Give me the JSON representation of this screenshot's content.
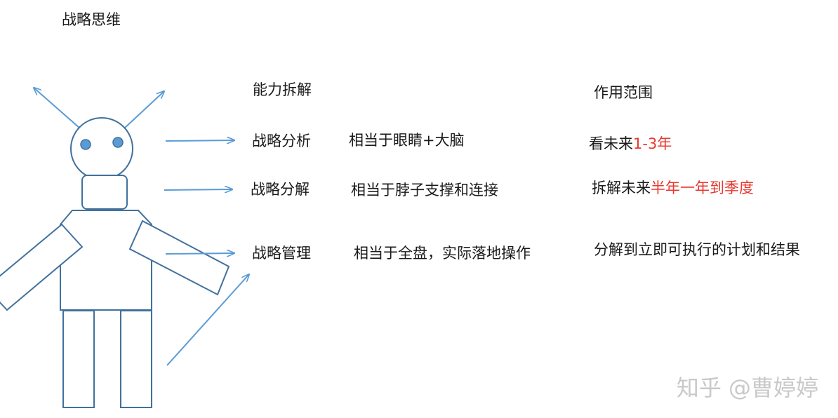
{
  "title": "战略思维",
  "headers": {
    "breakdown": "能力拆解",
    "scope": "作用范围"
  },
  "rows": [
    {
      "ability": "战略分析",
      "analogy": "相当于眼睛+大脑",
      "scope_prefix": "看未来",
      "scope_highlight": "1-3年"
    },
    {
      "ability": "战略分解",
      "analogy": "相当于脖子支撑和连接",
      "scope_prefix": "拆解未来",
      "scope_highlight": "半年一年到季度"
    },
    {
      "ability": "战略管理",
      "analogy": "相当于全盘，实际落地操作",
      "scope_prefix": "分解到立即可执行的计划和结果",
      "scope_highlight": ""
    }
  ],
  "watermark": "知乎 @曹婷婷",
  "colors": {
    "outline": "#41719c",
    "eye_fill": "#5b9bd5",
    "arrow": "#5b9bd5",
    "highlight": "#e8382f"
  }
}
